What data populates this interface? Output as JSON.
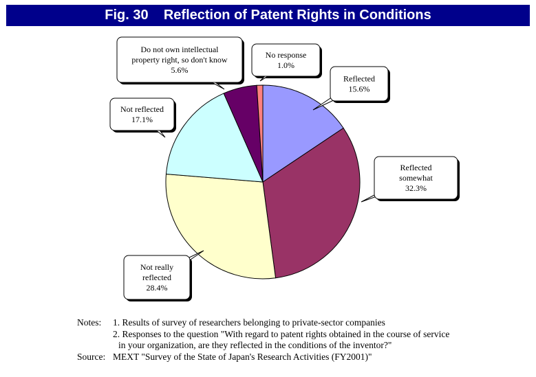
{
  "title": "Fig. 30    Reflection of Patent Rights in Conditions",
  "chart_data": {
    "type": "pie",
    "start_angle_deg": 0,
    "direction": "clockwise",
    "slices": [
      {
        "label_lines": [
          "Reflected",
          "15.6%"
        ],
        "value": 15.6,
        "color": "#9999ff"
      },
      {
        "label_lines": [
          "Reflected",
          "somewhat",
          "32.3%"
        ],
        "value": 32.3,
        "color": "#993366"
      },
      {
        "label_lines": [
          "Not really",
          "reflected",
          "28.4%"
        ],
        "value": 28.4,
        "color": "#ffffcc"
      },
      {
        "label_lines": [
          "Not reflected",
          "17.1%"
        ],
        "value": 17.1,
        "color": "#ccffff"
      },
      {
        "label_lines": [
          "Do not own intellectual",
          "property right, so don't know",
          "5.6%"
        ],
        "value": 5.6,
        "color": "#660066"
      },
      {
        "label_lines": [
          "No response",
          "1.0%"
        ],
        "value": 1.0,
        "color": "#ff8080"
      }
    ]
  },
  "notes": {
    "label": "Notes:",
    "items": [
      "1. Results of survey of researchers belonging to private-sector companies",
      "2. Responses to the question \"With regard to patent rights obtained in the course of service",
      "in your organization, are they reflected in the conditions of the inventor?\""
    ],
    "source_label": "Source:",
    "source_text": "MEXT \"Survey of the State of Japan's Research Activities (FY2001)\""
  }
}
